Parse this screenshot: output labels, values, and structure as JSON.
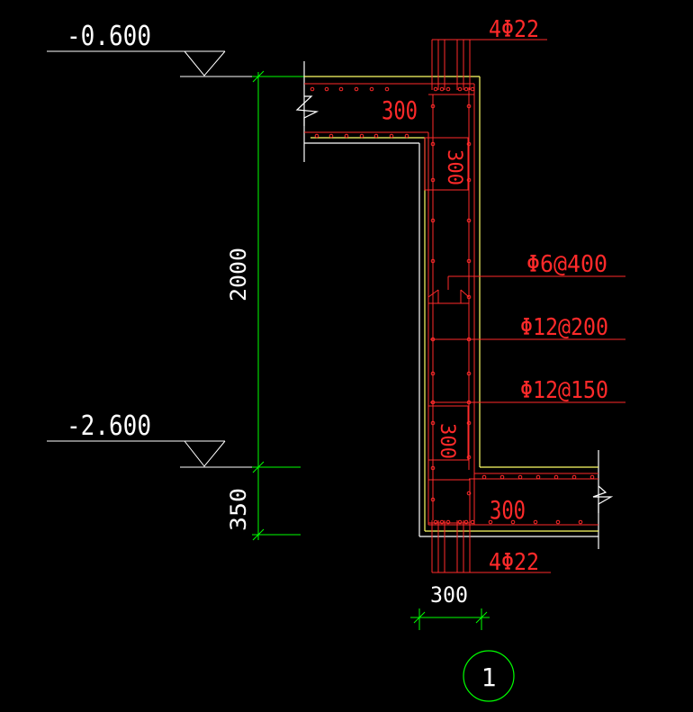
{
  "colors": {
    "background": "#000000",
    "outline": "#ffffff",
    "concrete": "#ffff66",
    "rebar": "#ff2a2a",
    "dimension": "#00ff00"
  },
  "levels": {
    "top": "-0.600",
    "bottom": "-2.600"
  },
  "dimensions": {
    "height": "2000",
    "footing": "350",
    "wall_width": "300"
  },
  "section_labels": {
    "top_slab": "300",
    "wall_upper": "300",
    "wall_lower": "300",
    "bottom_slab": "300"
  },
  "rebar_labels": {
    "top_bars": "4Φ22",
    "stirrup": "Φ6@400",
    "horiz_1": "Φ12@200",
    "horiz_2": "Φ12@150",
    "bottom_bars": "4Φ22"
  },
  "detail_marker": "1"
}
